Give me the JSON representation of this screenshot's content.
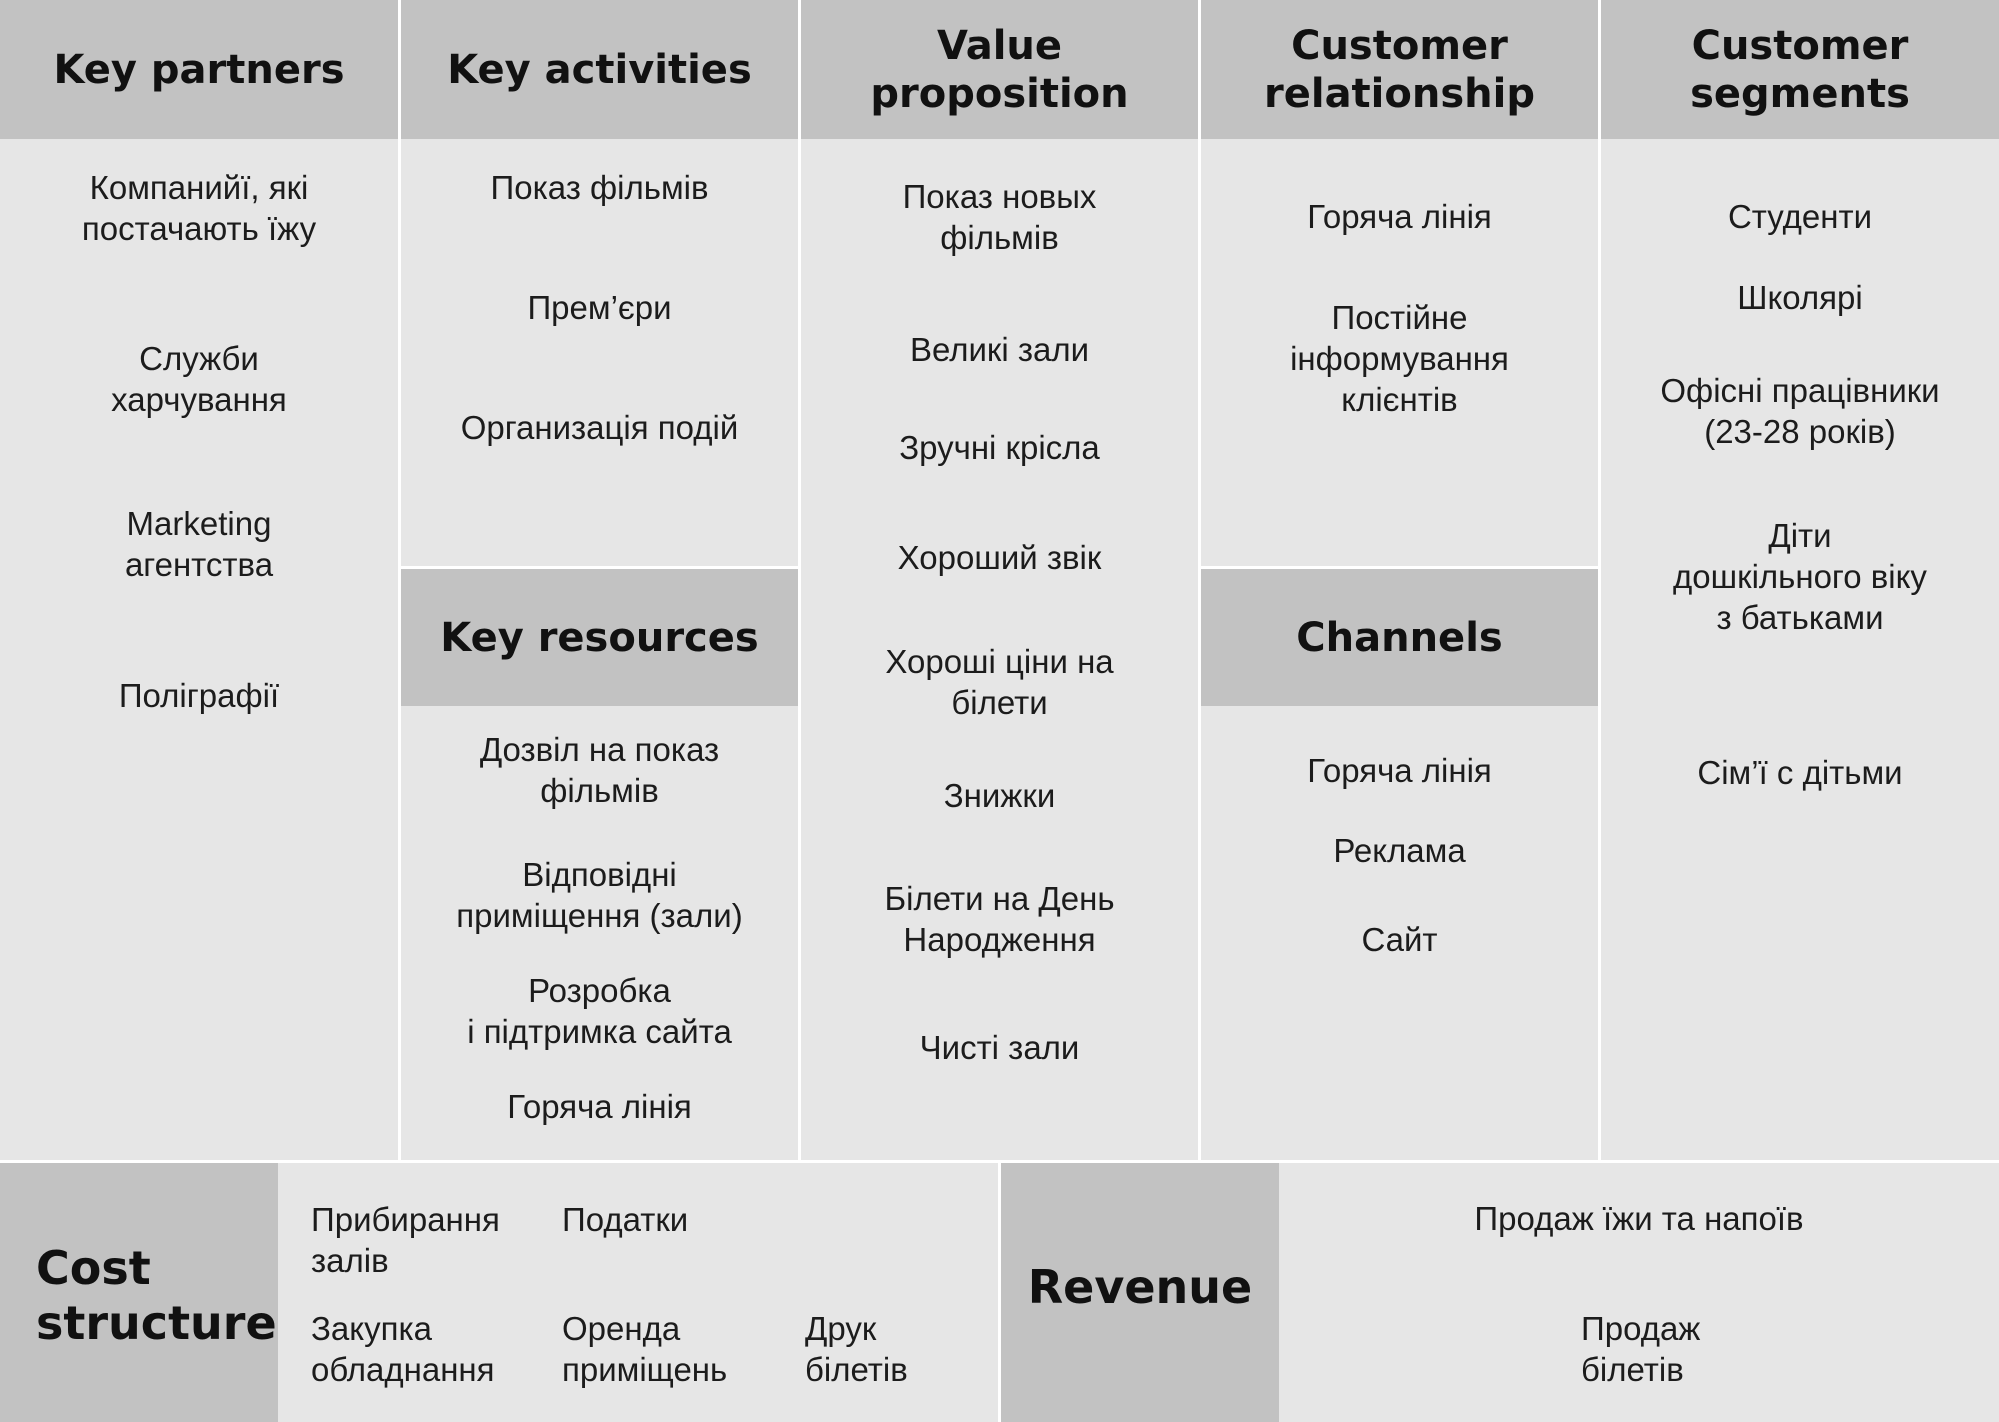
{
  "canvas": {
    "key_partners": {
      "title": "Key partners",
      "items": [
        "Компанийї, які\nпостачають їжу",
        "Служби\nхарчування",
        "Marketing\nагентства",
        "Поліграфії"
      ]
    },
    "key_activities": {
      "title": "Key activities",
      "items": [
        "Показ фільмів",
        "Прем’єри",
        "Организація подій"
      ]
    },
    "key_resources": {
      "title": "Key resources",
      "items": [
        "Дозвіл на показ\nфільмів",
        "Відповідні\nприміщення (зали)",
        "Розробка\nі підтримка сайта",
        "Горяча лінія"
      ]
    },
    "value_proposition": {
      "title": "Value\nproposition",
      "items": [
        "Показ новых\nфільмів",
        "Великі зали",
        "Зручні крісла",
        "Хороший звік",
        "Хороші ціни на\nбілети",
        "Знижки",
        "Білети на День\nНародження",
        "Чисті зали"
      ]
    },
    "customer_relationship": {
      "title": "Customer\nrelationship",
      "items": [
        "Горяча лінія",
        "Постійне\nінформування\nклієнтів"
      ]
    },
    "channels": {
      "title": "Channels",
      "items": [
        "Горяча лінія",
        "Реклама",
        "Сайт"
      ]
    },
    "customer_segments": {
      "title": "Customer\nsegments",
      "items": [
        "Студенти",
        "Школярі",
        "Офісні працівники\n(23-28 років)",
        "Діти\nдошкільного віку\nз батьками",
        "Сім’ї с дітьми"
      ]
    },
    "cost_structure": {
      "title": "Cost\nstructure",
      "items": [
        "Прибирання\nзалів",
        "Податки",
        "Закупка\nобладнання",
        "Оренда\nприміщень",
        "Друк\nбілетів"
      ]
    },
    "revenue": {
      "title": "Revenue",
      "items": [
        "Продаж їжи та напоїв",
        "Продаж\nбілетів"
      ]
    }
  },
  "colors": {
    "header_bg": "#c2c2c2",
    "panel_bg": "#e6e6e6",
    "divider": "#ffffff"
  }
}
